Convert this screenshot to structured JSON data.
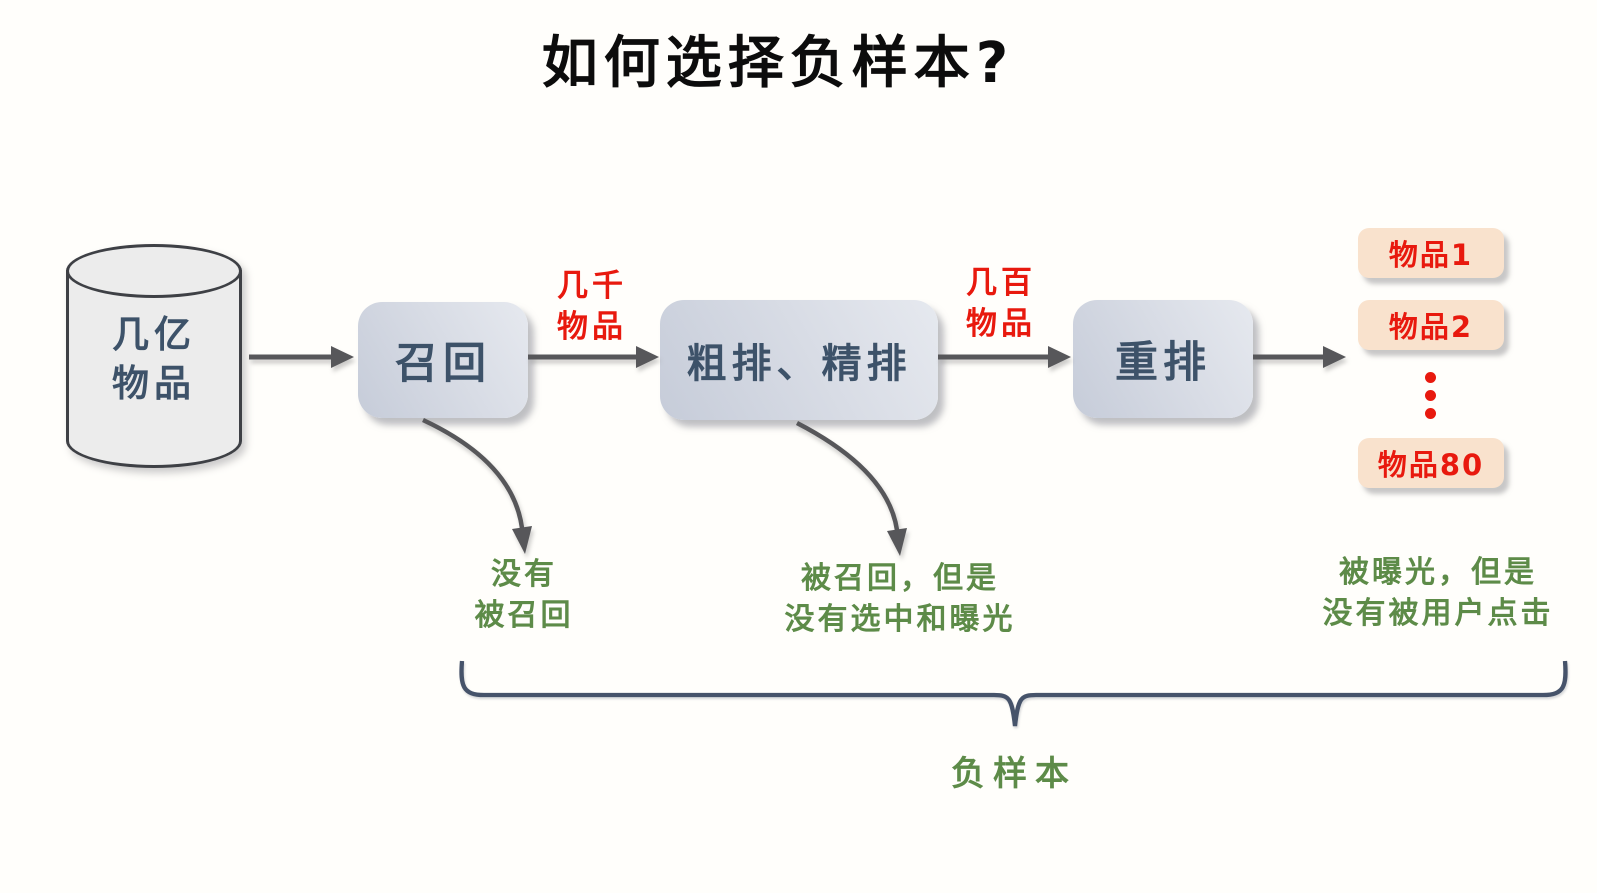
{
  "title": "如何选择负样本?",
  "source": {
    "line1": "几亿",
    "line2": "物品"
  },
  "stages": [
    {
      "label": "召回"
    },
    {
      "label": "粗排、精排"
    },
    {
      "label": "重排"
    }
  ],
  "flow_labels": [
    {
      "line1": "几千",
      "line2": "物品"
    },
    {
      "line1": "几百",
      "line2": "物品"
    }
  ],
  "output_items": [
    {
      "label": "物品1"
    },
    {
      "label": "物品2"
    },
    {
      "label": "物品80"
    }
  ],
  "negative_notes": [
    {
      "line1": "没有",
      "line2": "被召回"
    },
    {
      "line1": "被召回，但是",
      "line2": "没有选中和曝光"
    },
    {
      "line1": "被曝光，但是",
      "line2": "没有被用户点击"
    }
  ],
  "brace_label": "负样本",
  "colors": {
    "stage_box_text": "#3d5269",
    "stage_box_bg": "#d4d9e2",
    "flow_label_red": "#e8190e",
    "item_box_bg": "#f9e2cd",
    "item_text_red": "#e8190e",
    "note_green": "#5d8b48",
    "arrow_gray": "#57575a",
    "brace_navy": "#46536a",
    "cylinder_bg": "#ececec"
  }
}
